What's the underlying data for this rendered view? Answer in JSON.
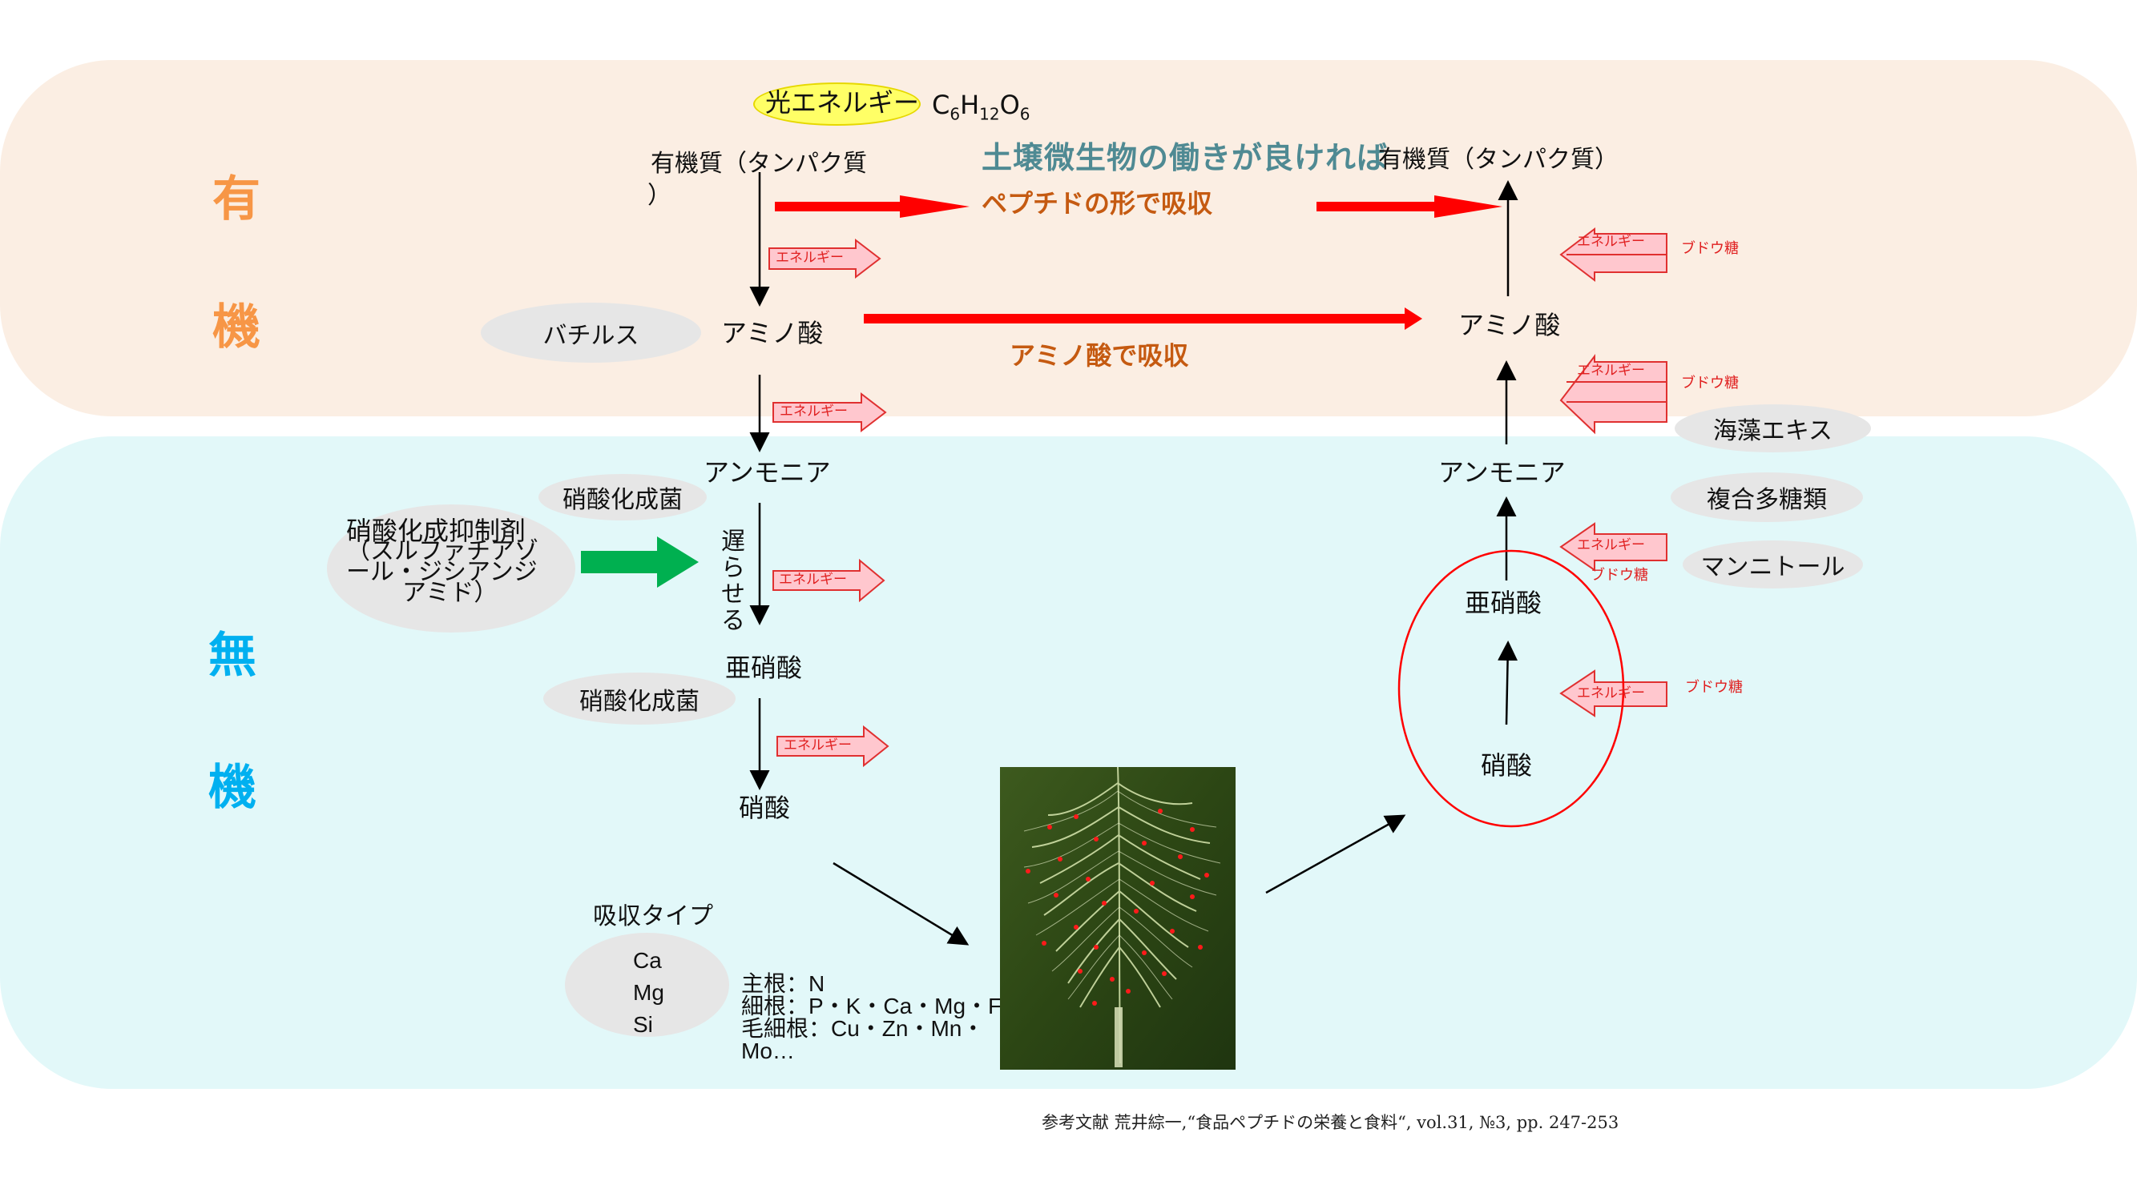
{
  "bands": {
    "organic_label_1": "有",
    "organic_label_2": "機",
    "inorganic_label_1": "無",
    "inorganic_label_2": "機"
  },
  "top": {
    "light_energy": "光エネルギー",
    "formula": "C6H12O6",
    "formula_parts": [
      "C",
      "6",
      "H",
      "12",
      "O",
      "6"
    ],
    "headline": "土壌微生物の働きが良ければ",
    "peptide": "ペプチドの形で吸収",
    "amino_absorb": "アミノ酸で吸収"
  },
  "left_chain": {
    "protein_line1": "有機質（タンパク質",
    "protein_line2": "）",
    "bacillus": "バチルス",
    "amino_acid": "アミノ酸",
    "ammonia": "アンモニア",
    "nitrifier_1": "硝酸化成菌",
    "inhibitor": [
      "硝酸化成抑制剤",
      "（スルファチアゾ",
      "ール・ジシアンジ",
      "アミド）"
    ],
    "slow": [
      "遅",
      "ら",
      "せ",
      "る"
    ],
    "nitrite": "亜硝酸",
    "nitrifier_2": "硝酸化成菌",
    "nitrate": "硝酸"
  },
  "energy_label": "エネルギー",
  "glucose_label": "ブドウ糖",
  "right_chain": {
    "protein": "有機質（タンパク質）",
    "amino_acid": "アミノ酸",
    "ammonia": "アンモニア",
    "nitrite": "亜硝酸",
    "nitrate": "硝酸",
    "seaweed": "海藻エキス",
    "polysaccharide": "複合多糖類",
    "mannitol": "マンニトール"
  },
  "absorption": {
    "title": "吸収タイプ",
    "minerals": [
      "Ca",
      "Mg",
      "Si"
    ],
    "roots": [
      "主根：N",
      "細根：P・K・Ca・Mg・Fe",
      "毛細根：Cu・Zn・Mn・",
      "Mo…"
    ]
  },
  "reference": "参考文献 荒井綜一,“食品ペプチドの栄養と食料“, vol.31, №3, pp. 247-253",
  "colors": {
    "organic_band": "#fbeee3",
    "inorganic_band": "#e2f8f9",
    "organic_text": "#f79646",
    "inorganic_text": "#00b0f0",
    "red_arrow": "#ff0000",
    "green_arrow": "#00b050",
    "energy_fill": "#ffc7ce"
  }
}
